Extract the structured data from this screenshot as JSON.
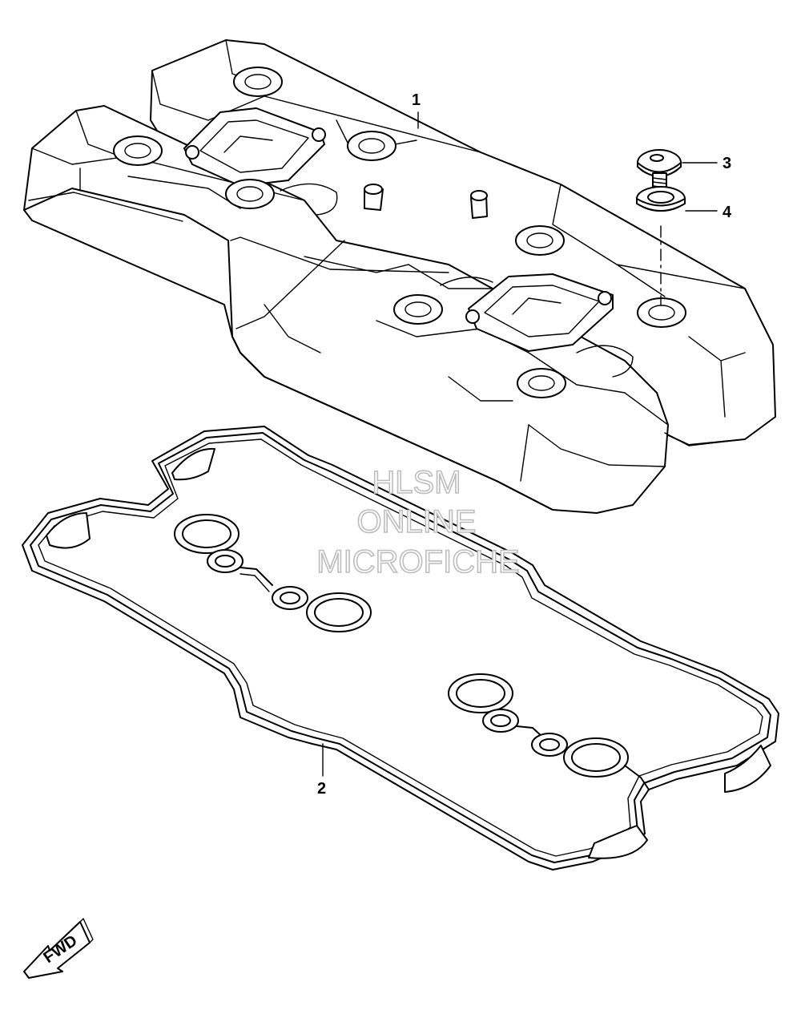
{
  "diagram": {
    "callouts": [
      {
        "id": "1",
        "label": "1"
      },
      {
        "id": "2",
        "label": "2"
      },
      {
        "id": "3",
        "label": "3"
      },
      {
        "id": "4",
        "label": "4"
      }
    ],
    "watermark": [
      "HLSM",
      "ONLINE",
      "MICROFICHE"
    ],
    "direction_arrow_label": "FWD",
    "colors": {
      "line": "#000000",
      "background": "#ffffff",
      "watermark_outline": "#bdbdbd"
    }
  }
}
